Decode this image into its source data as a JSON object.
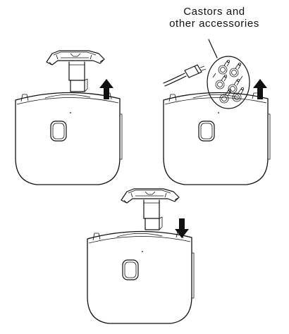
{
  "diagram": {
    "callout_line1": "Castors and",
    "callout_line2": "other accessories",
    "colors": {
      "line": "#111111",
      "background": "#ffffff"
    },
    "steps": [
      {
        "panel": "top-left",
        "arrow": "up"
      },
      {
        "panel": "top-right",
        "arrow": "up"
      },
      {
        "panel": "bottom-center",
        "arrow": "down"
      }
    ]
  }
}
